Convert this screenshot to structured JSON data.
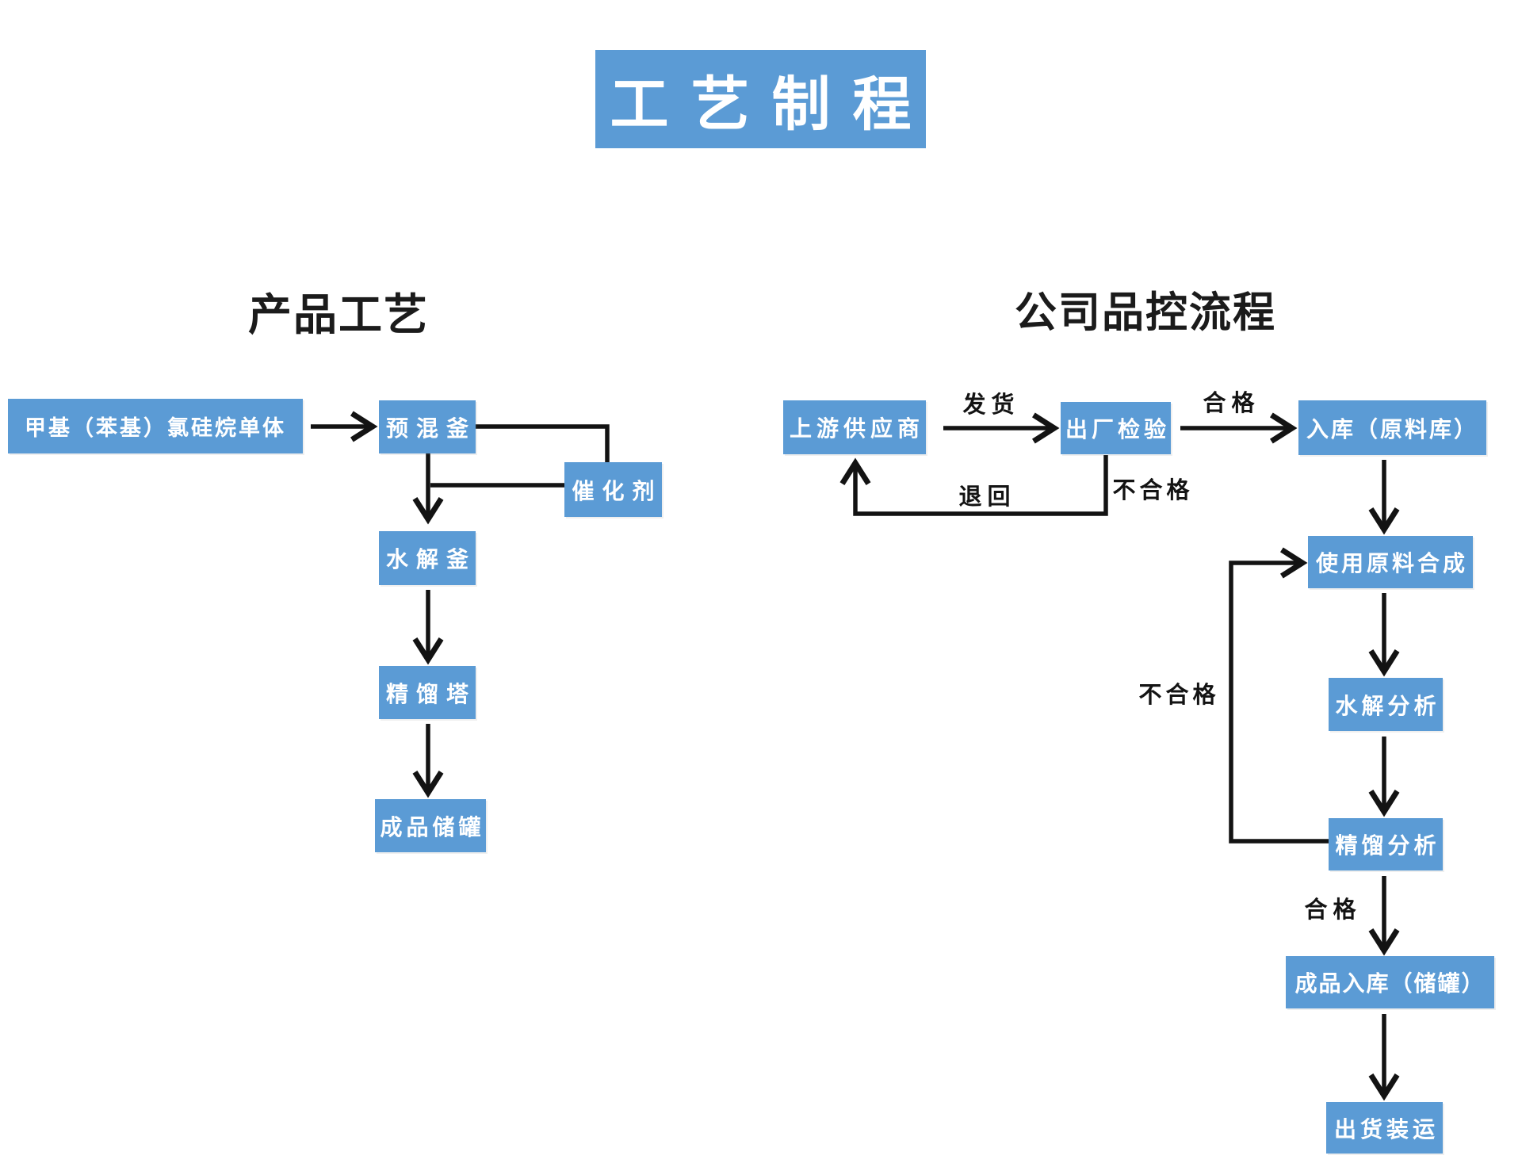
{
  "title": "工艺制程",
  "sections": {
    "left": {
      "heading": "产品工艺",
      "nodes": {
        "monomer": "甲基（苯基）氯硅烷单体",
        "premix_kettle": "预混釜",
        "catalyst": "催化剂",
        "hydrolysis_kettle": "水解釜",
        "distillation_tower": "精馏塔",
        "product_storage_tank": "成品储罐"
      }
    },
    "right": {
      "heading": "公司品控流程",
      "nodes": {
        "upstream_supplier": "上游供应商",
        "factory_inspection": "出厂检验",
        "raw_material_warehouse": "入库（原料库）",
        "use_raw_material_synthesis": "使用原料合成",
        "hydrolysis_analysis": "水解分析",
        "distillation_analysis": "精馏分析",
        "finished_product_warehouse": "成品入库（储罐）",
        "shipment": "出货装运"
      },
      "edge_labels": {
        "ship": "发货",
        "qualified_top": "合格",
        "return_goods": "退回",
        "unqualified_top": "不合格",
        "unqualified_loop": "不合格",
        "qualified_bottom": "合格"
      }
    }
  },
  "edges": [
    {
      "from": "甲基（苯基）氯硅烷单体",
      "to": "预混釜",
      "label": ""
    },
    {
      "from": "预混釜",
      "to": "催化剂",
      "label": ""
    },
    {
      "from": "催化剂",
      "to": "预混釜→水解釜流线",
      "label": ""
    },
    {
      "from": "预混釜",
      "to": "水解釜",
      "label": ""
    },
    {
      "from": "水解釜",
      "to": "精馏塔",
      "label": ""
    },
    {
      "from": "精馏塔",
      "to": "成品储罐",
      "label": ""
    },
    {
      "from": "上游供应商",
      "to": "出厂检验",
      "label": "发货"
    },
    {
      "from": "出厂检验",
      "to": "入库（原料库）",
      "label": "合格"
    },
    {
      "from": "出厂检验",
      "to": "上游供应商",
      "label": "不合格 退回"
    },
    {
      "from": "入库（原料库）",
      "to": "使用原料合成",
      "label": ""
    },
    {
      "from": "使用原料合成",
      "to": "水解分析",
      "label": ""
    },
    {
      "from": "水解分析",
      "to": "精馏分析",
      "label": ""
    },
    {
      "from": "精馏分析",
      "to": "使用原料合成",
      "label": "不合格"
    },
    {
      "from": "精馏分析",
      "to": "成品入库（储罐）",
      "label": "合格"
    },
    {
      "from": "成品入库（储罐）",
      "to": "出货装运",
      "label": ""
    }
  ],
  "colors": {
    "box_blue": "#5b9bd5",
    "line_dark": "#131313",
    "box_text": "#ffffff",
    "heading_text": "#1b1b1b"
  }
}
